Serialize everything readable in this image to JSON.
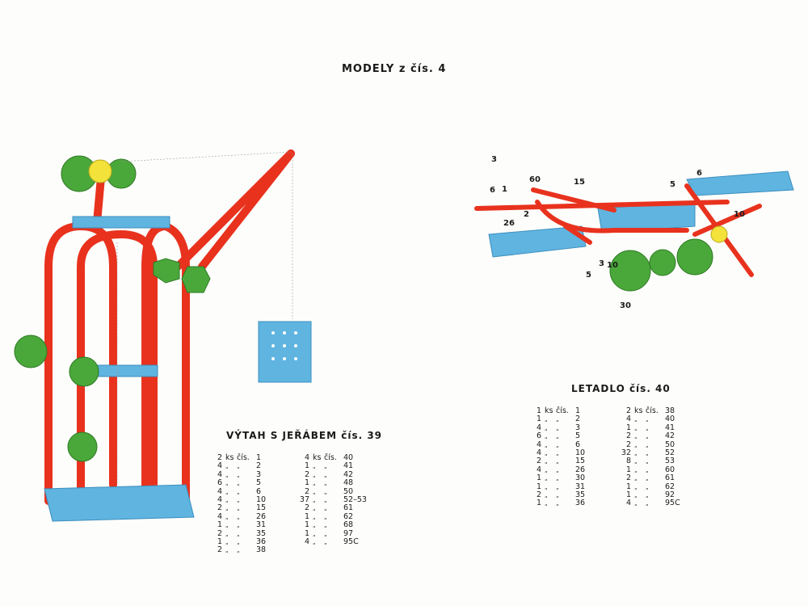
{
  "page_title": "MODELY z čís. 4",
  "models": [
    {
      "title": "VÝTAH S JEŘÁBEM čís. 39",
      "columns": [
        [
          [
            "2",
            "ks",
            "čís.",
            "1"
          ],
          [
            "4",
            "„",
            "„",
            "2"
          ],
          [
            "4",
            "„",
            "„",
            "3"
          ],
          [
            "6",
            "„",
            "„",
            "5"
          ],
          [
            "4",
            "„",
            "„",
            "6"
          ],
          [
            "4",
            "„",
            "„",
            "10"
          ],
          [
            "2",
            "„",
            "„",
            "15"
          ],
          [
            "4",
            "„",
            "„",
            "26"
          ],
          [
            "1",
            "„",
            "„",
            "31"
          ],
          [
            "2",
            "„",
            "„",
            "35"
          ],
          [
            "1",
            "„",
            "„",
            "36"
          ],
          [
            "2",
            "„",
            "„",
            "38"
          ]
        ],
        [
          [
            "4",
            "ks",
            "čís.",
            "40"
          ],
          [
            "1",
            "„",
            "„",
            "41"
          ],
          [
            "2",
            "„",
            "„",
            "42"
          ],
          [
            "1",
            "„",
            "„",
            "48"
          ],
          [
            "2",
            "„",
            "„",
            "50"
          ],
          [
            "37",
            "„",
            "„",
            "52–53"
          ],
          [
            "2",
            "„",
            "„",
            "61"
          ],
          [
            "1",
            "„",
            "„",
            "62"
          ],
          [
            "1",
            "„",
            "„",
            "68"
          ],
          [
            "1",
            "„",
            "„",
            "97"
          ],
          [
            "4",
            "„",
            "„",
            "95C"
          ]
        ]
      ]
    },
    {
      "title": "LETADLO čís. 40",
      "columns": [
        [
          [
            "1",
            "ks",
            "čís.",
            "1"
          ],
          [
            "1",
            "„",
            "„",
            "2"
          ],
          [
            "4",
            "„",
            "„",
            "3"
          ],
          [
            "6",
            "„",
            "„",
            "5"
          ],
          [
            "4",
            "„",
            "„",
            "6"
          ],
          [
            "4",
            "„",
            "„",
            "10"
          ],
          [
            "2",
            "„",
            "„",
            "15"
          ],
          [
            "4",
            "„",
            "„",
            "26"
          ],
          [
            "1",
            "„",
            "„",
            "30"
          ],
          [
            "1",
            "„",
            "„",
            "31"
          ],
          [
            "2",
            "„",
            "„",
            "35"
          ],
          [
            "1",
            "„",
            "„",
            "36"
          ]
        ],
        [
          [
            "2",
            "ks",
            "čís.",
            "38"
          ],
          [
            "4",
            "„",
            "„",
            "40"
          ],
          [
            "1",
            "„",
            "„",
            "41"
          ],
          [
            "2",
            "„",
            "„",
            "42"
          ],
          [
            "2",
            "„",
            "„",
            "50"
          ],
          [
            "32",
            "„",
            "„",
            "52"
          ],
          [
            "8",
            "„",
            "„",
            "53"
          ],
          [
            "1",
            "„",
            "„",
            "60"
          ],
          [
            "2",
            "„",
            "„",
            "61"
          ],
          [
            "1",
            "„",
            "„",
            "62"
          ],
          [
            "1",
            "„",
            "„",
            "92"
          ],
          [
            "4",
            "„",
            "„",
            "95C"
          ]
        ]
      ]
    }
  ],
  "airplane_callouts": [
    "3",
    "60",
    "15",
    "6",
    "1",
    "2",
    "26",
    "5",
    "6",
    "10",
    "5",
    "3",
    "10",
    "30"
  ],
  "colors": {
    "red": "#e8321e",
    "blue": "#5fb4e0",
    "green": "#4aa83a",
    "yellow": "#f2e23a"
  }
}
